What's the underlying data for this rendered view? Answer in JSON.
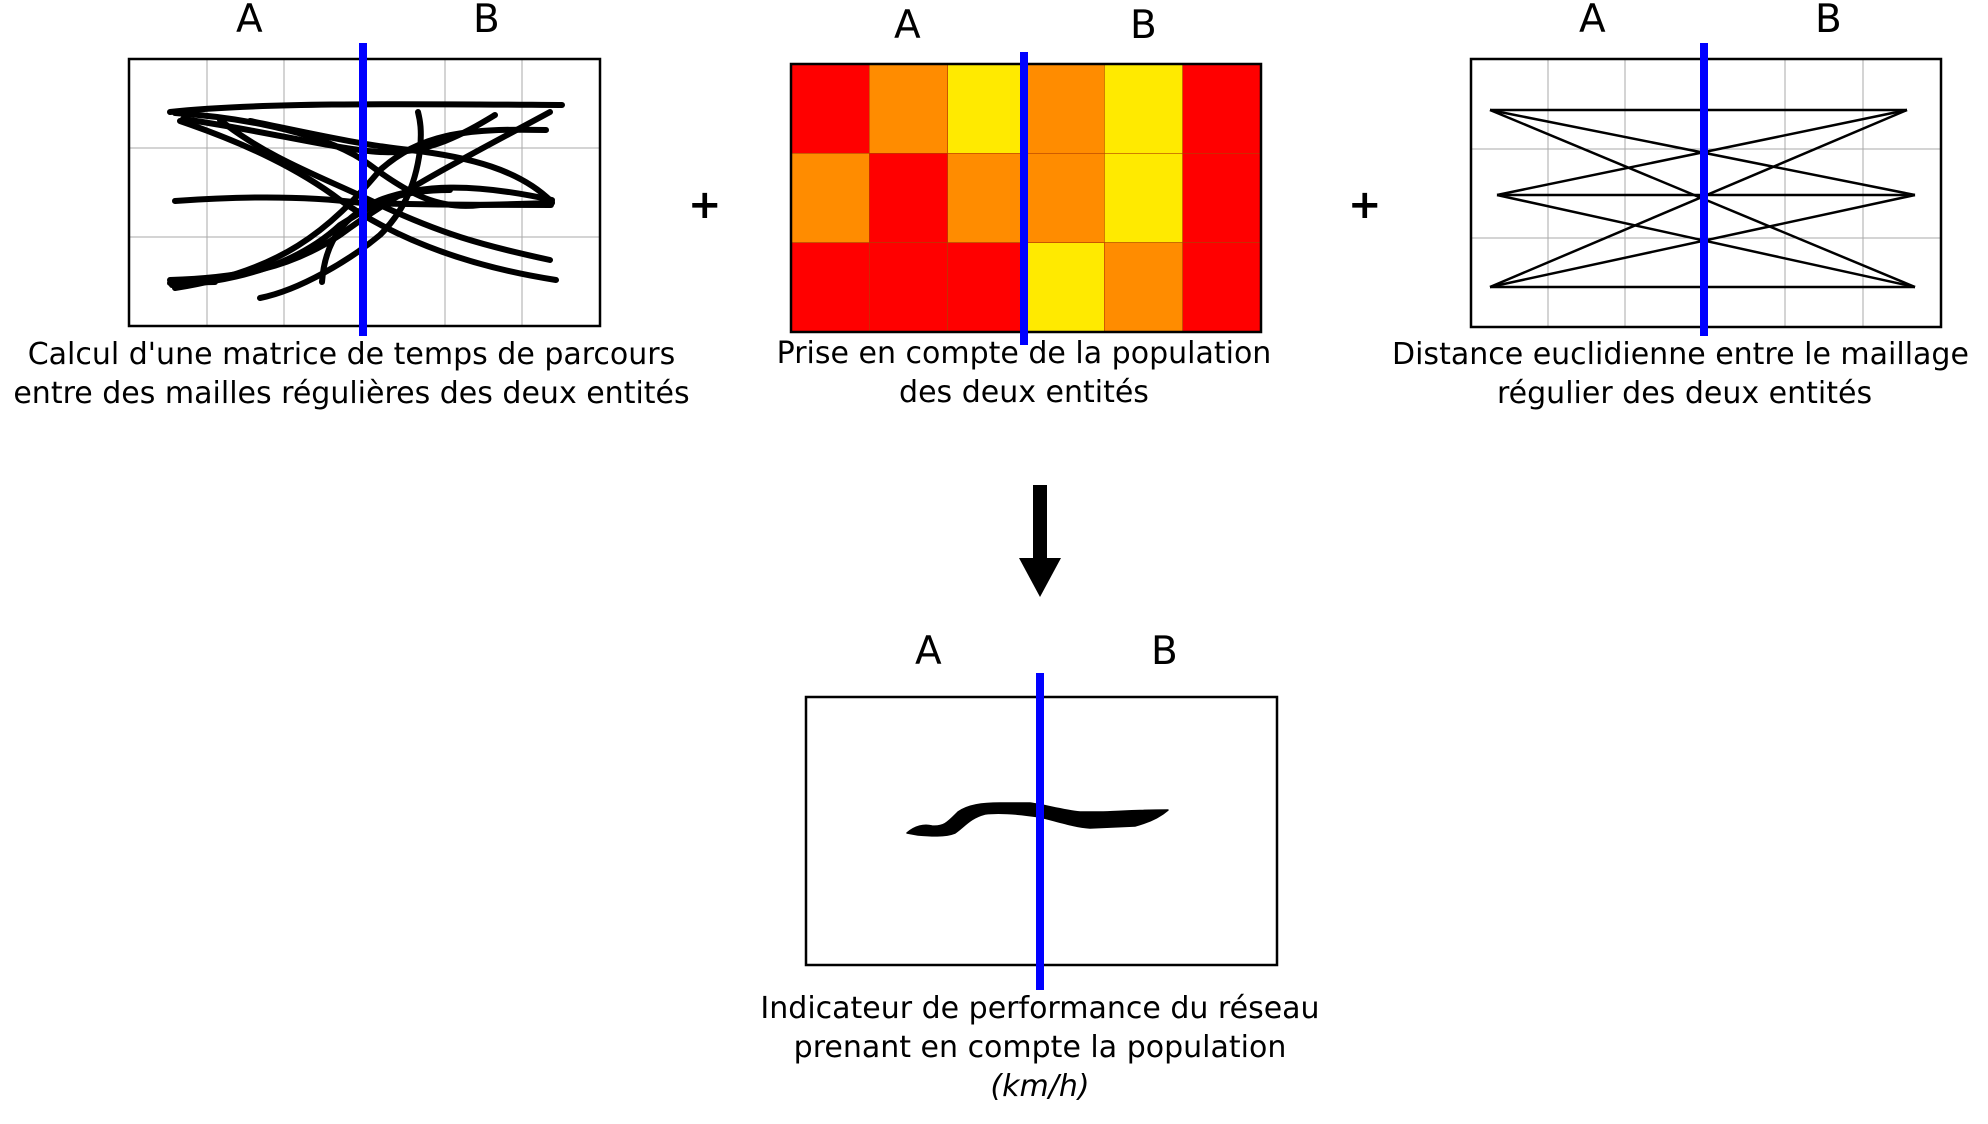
{
  "panels": {
    "travel_time": {
      "label_a": "A",
      "label_b": "B",
      "caption_line1": "Calcul d'une matrice de temps de parcours",
      "caption_line2": "entre des mailles régulières des deux entités"
    },
    "population": {
      "label_a": "A",
      "label_b": "B",
      "caption_line1": "Prise en compte de la population",
      "caption_line2": "des deux entités",
      "grid_colors": [
        [
          "#ff0000",
          "#ff8c00",
          "#ffea00",
          "#ff8c00",
          "#ffea00",
          "#ff0000"
        ],
        [
          "#ff8c00",
          "#ff0000",
          "#ff8c00",
          "#ff8c00",
          "#ffea00",
          "#ff0000"
        ],
        [
          "#ff0000",
          "#ff0000",
          "#ff0000",
          "#ffea00",
          "#ff8c00",
          "#ff0000"
        ]
      ]
    },
    "euclidean": {
      "label_a": "A",
      "label_b": "B",
      "caption_line1": "Distance euclidienne entre le maillage",
      "caption_line2": "régulier des deux entités"
    },
    "result": {
      "label_a": "A",
      "label_b": "B",
      "caption_line1": "Indicateur de performance du réseau",
      "caption_line2": "prenant en compte la population",
      "caption_line3": "(km/h)"
    }
  },
  "operators": {
    "plus_1": "+",
    "plus_2": "+"
  },
  "colors": {
    "boundary": "#0000ff",
    "grid": "#aaaaaa",
    "frame": "#000000"
  }
}
